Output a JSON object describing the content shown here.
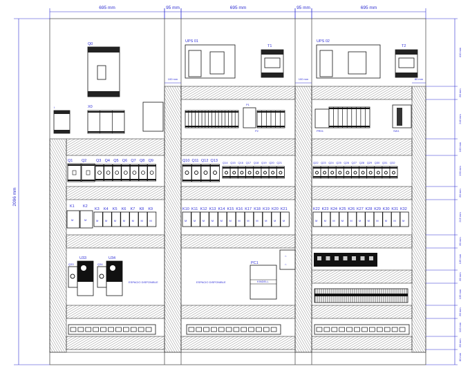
{
  "dimensions": {
    "top": [
      "695 mm",
      "95 mm",
      "695 mm",
      "95 mm",
      "695 mm"
    ],
    "total_height": "2096 mm",
    "right": [
      "410 mm",
      "80 mm",
      "240 mm",
      "100 mm",
      "190 mm",
      "80 mm",
      "215 mm",
      "80 mm",
      "135 mm",
      "80 mm",
      "135 mm",
      "80 mm",
      "110 mm",
      "80 mm",
      "80 mm"
    ],
    "gap1": "100 mm",
    "gap2": "100 mm",
    "right_strip": "80 mm"
  },
  "colors": {
    "dimension": "#2b2bd0",
    "device": "#111111",
    "frame": "#555555"
  },
  "column1": {
    "main_breaker": "Q0",
    "small_breaker": "I",
    "terminal_block": "X0",
    "breakers": [
      "Q1",
      "Q2",
      "Q3",
      "Q4",
      "Q5",
      "Q6",
      "Q7",
      "Q8",
      "Q9"
    ],
    "contactors": [
      "K1",
      "K2",
      "K3",
      "K4",
      "K5",
      "K6",
      "K7",
      "K8",
      "K9"
    ],
    "drives": [
      {
        "breaker": "Q33",
        "drive": "U33"
      },
      {
        "breaker": "Q34",
        "drive": "U34"
      }
    ],
    "free_space": "ESPACIO DISPONIBLE"
  },
  "column2": {
    "ups": "UPS 01",
    "transformer": "T1",
    "power_supply": "P1",
    "power_supply_2": "P2",
    "breakers": [
      "Q10",
      "Q11",
      "Q12",
      "Q13",
      "Q14",
      "Q15",
      "Q16",
      "Q17",
      "Q18",
      "Q19",
      "Q20",
      "Q21"
    ],
    "contactors": [
      "K10",
      "K11",
      "K12",
      "K13",
      "K14",
      "K15",
      "K16",
      "K17",
      "K18",
      "K19",
      "K20",
      "K21"
    ],
    "free_space": "ESPACIO DISPONIBLE",
    "pc": "PC1",
    "pc_brand": "KINDELL"
  },
  "column3": {
    "ups": "UPS 02",
    "transformer": "T2",
    "plc": "PR01",
    "switch": "SW1",
    "breakers": [
      "Q22",
      "Q23",
      "Q24",
      "Q25",
      "Q26",
      "Q27",
      "Q28",
      "Q29",
      "Q30",
      "Q31",
      "Q32"
    ],
    "contactors": [
      "K22",
      "K23",
      "K24",
      "K25",
      "K26",
      "K27",
      "K28",
      "K29",
      "K30",
      "K31",
      "K32"
    ]
  }
}
